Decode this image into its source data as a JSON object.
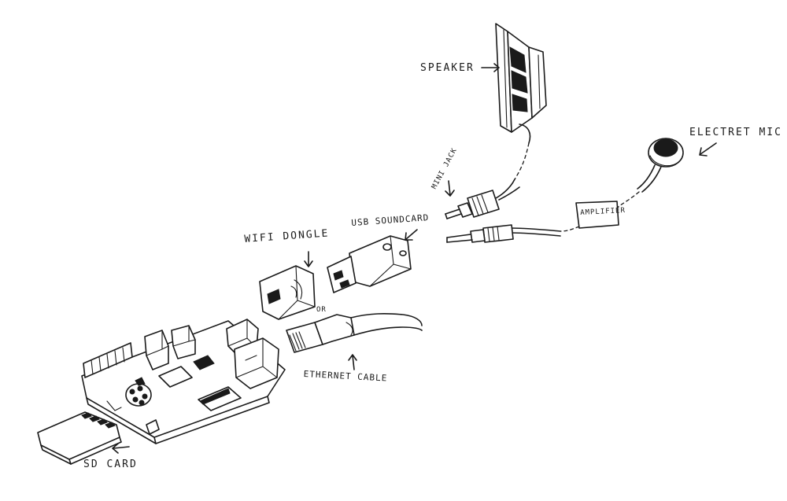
{
  "labels": {
    "speaker": "SPEAKER",
    "electret_mic": "ELECTRET MIC",
    "mini_jack": "MINI JACK",
    "amplifier": "AMPLIFIER",
    "usb_soundcard": "USB SOUNDCARD",
    "wifi_dongle": "WIFI DONGLE",
    "or": "OR",
    "ethernet_cable": "ETHERNET CABLE",
    "sd_card": "SD CARD"
  },
  "colors": {
    "ink": "#1a1a1a",
    "paper": "#ffffff"
  }
}
